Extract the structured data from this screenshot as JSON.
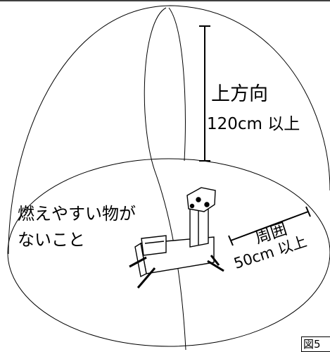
{
  "diagram": {
    "vertical_label": "上方向",
    "vertical_distance": "120cm 以上",
    "warning_line1": "燃えやすい物が",
    "warning_line2": "ないこと",
    "surround_label": "周囲",
    "surround_distance": "50cm 以上",
    "figure_tag": "図5"
  }
}
